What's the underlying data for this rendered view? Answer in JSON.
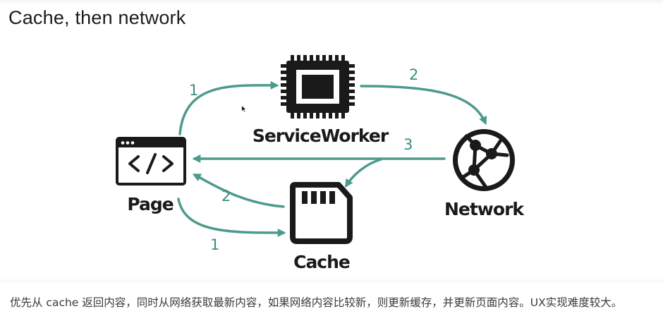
{
  "slide": {
    "title": "Cache, then network",
    "accent_color": "#4d9b8c"
  },
  "nodes": {
    "page": {
      "label": "Page",
      "icon": "code-window-icon"
    },
    "service_worker": {
      "label": "ServiceWorker",
      "icon": "chip-icon"
    },
    "network": {
      "label": "Network",
      "icon": "network-globe-icon"
    },
    "cache": {
      "label": "Cache",
      "icon": "sd-card-icon"
    }
  },
  "steps": {
    "page_to_sw": "1",
    "sw_to_network": "2",
    "network_to_page": "3",
    "cache_to_page": "2",
    "page_to_cache": "1"
  },
  "caption": "优先从 cache 返回内容，同时从网络获取最新内容，如果网络内容比较新，则更新缓存，并更新页面内容。UX实现难度较大。"
}
